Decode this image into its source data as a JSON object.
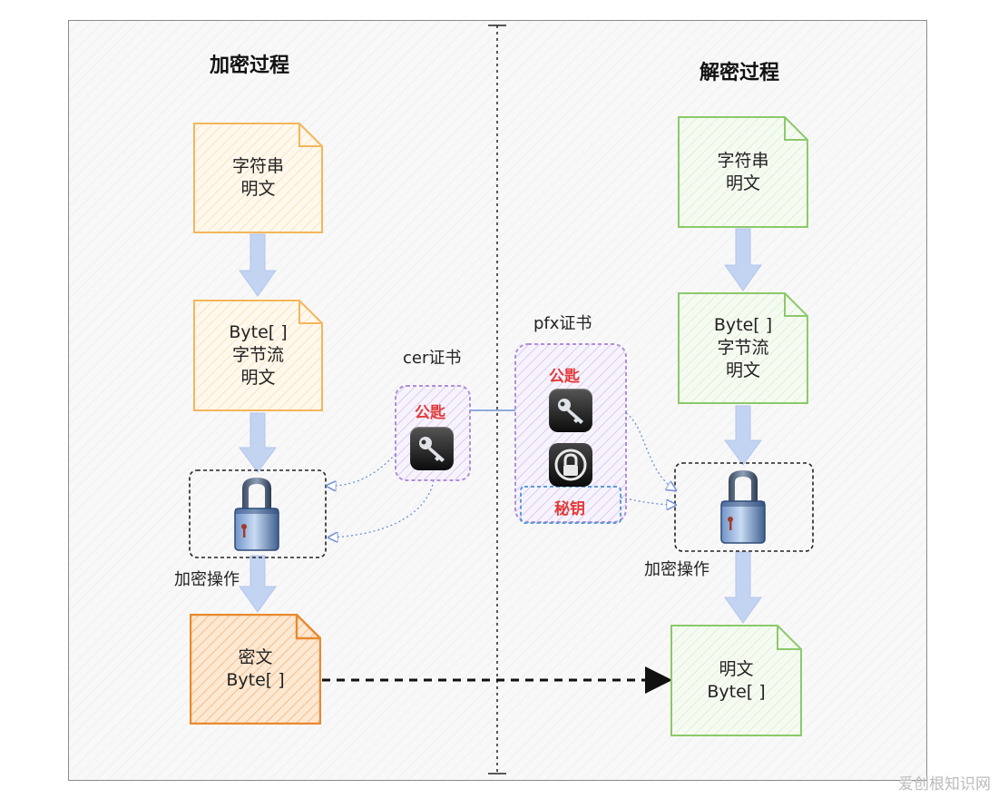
{
  "left": {
    "title": "加密过程",
    "doc1": [
      "字符串",
      "明文"
    ],
    "doc2": [
      "Byte[ ]",
      "字节流",
      "明文"
    ],
    "op_label": "加密操作",
    "doc3": [
      "密文",
      "Byte[ ]"
    ]
  },
  "right": {
    "title": "解密过程",
    "doc1": [
      "字符串",
      "明文"
    ],
    "doc2": [
      "Byte[ ]",
      "字节流",
      "明文"
    ],
    "op_label": "加密操作",
    "doc3": [
      "明文",
      "Byte[ ]"
    ]
  },
  "cer": {
    "label": "cer证书",
    "public_key": "公匙"
  },
  "pfx": {
    "label": "pfx证书",
    "public_key": "公匙",
    "private_key": "秘钥"
  },
  "colors": {
    "orange": "#f5b65a",
    "dark_orange": "#e8892e",
    "green": "#8bc96a",
    "purple": "#b08fd8",
    "arrow": "#c3d3f2",
    "blue": "#6f8fd6"
  },
  "watermark": "爱创根知识网"
}
